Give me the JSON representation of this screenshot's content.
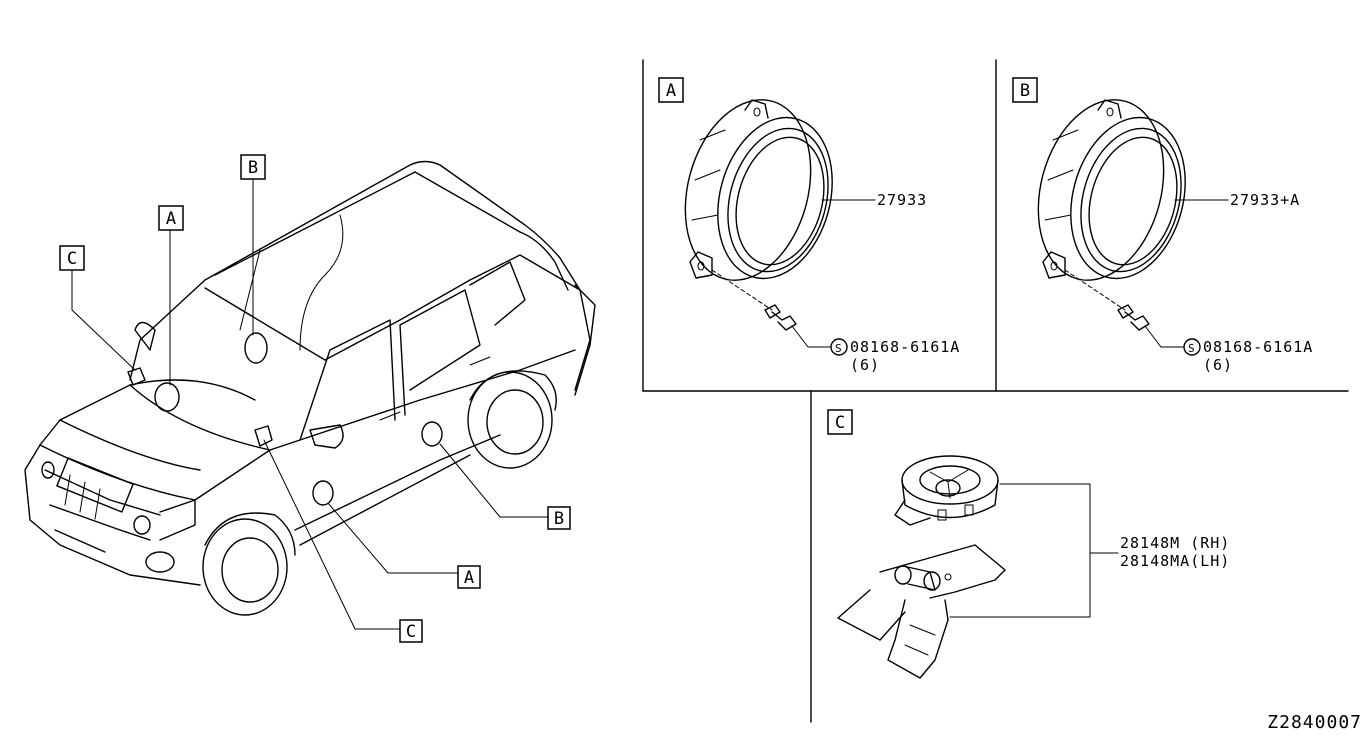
{
  "labels": {
    "a": "A",
    "b": "B",
    "c": "C"
  },
  "panel_a": {
    "part_number": "27933",
    "screw_marker": "S",
    "screw_part": "08168-6161A",
    "screw_qty": "(6)"
  },
  "panel_b": {
    "part_number": "27933+A",
    "screw_marker": "S",
    "screw_part": "08168-6161A",
    "screw_qty": "(6)"
  },
  "panel_c": {
    "part_rh": "28148M (RH)",
    "part_lh": "28148MA(LH)"
  },
  "diagram_id": "Z2840007"
}
